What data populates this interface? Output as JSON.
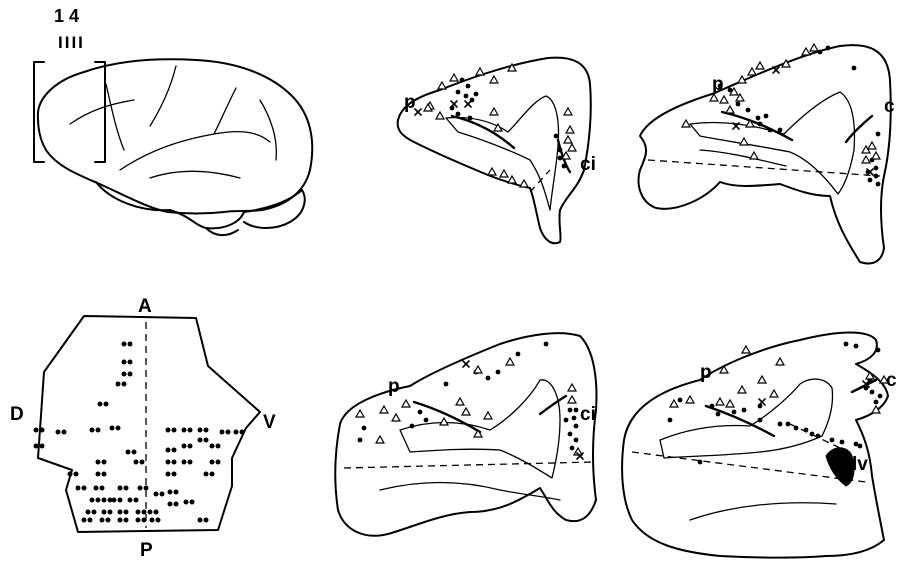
{
  "panel_a": {
    "top_label": "1 4",
    "tick_marks": "IIII"
  },
  "section_1": {
    "label_p": "p",
    "label_ci": "ci"
  },
  "section_2": {
    "label_p": "p",
    "label_c": "c"
  },
  "map": {
    "label_a": "A",
    "label_p": "P",
    "label_d": "D",
    "label_v": "V"
  },
  "section_3": {
    "label_p": "p",
    "label_ci": "ci"
  },
  "section_4": {
    "label_p": "p",
    "label_c": "c",
    "label_lv": "lv"
  }
}
